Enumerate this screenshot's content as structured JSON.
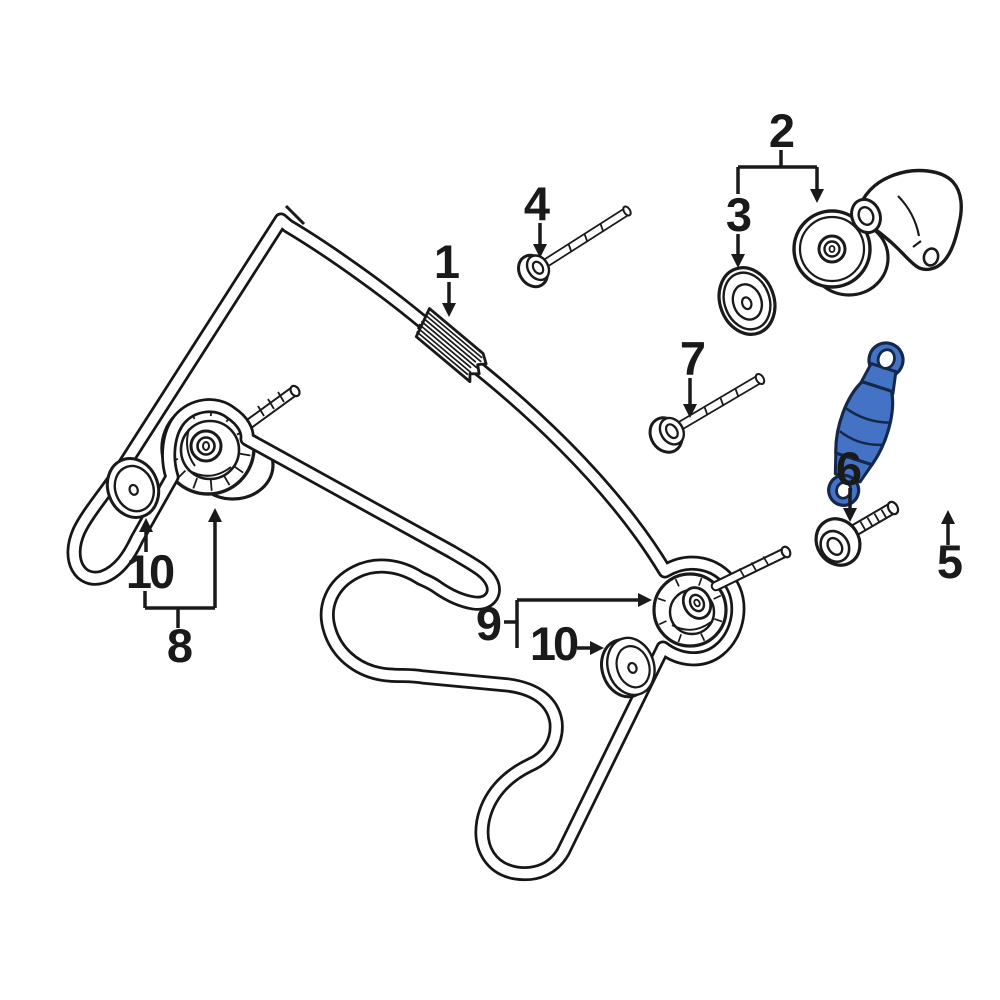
{
  "diagram": {
    "background": "#ffffff",
    "line_color": "#1a1a1a",
    "highlight_color": "#4472C4",
    "highlight_outline": "#16284a",
    "labels": {
      "l1": "1",
      "l2": "2",
      "l3": "3",
      "l4": "4",
      "l5": "5",
      "l6": "6",
      "l7": "7",
      "l8": "8",
      "l9": "9",
      "l10a": "10",
      "l10b": "10"
    }
  }
}
